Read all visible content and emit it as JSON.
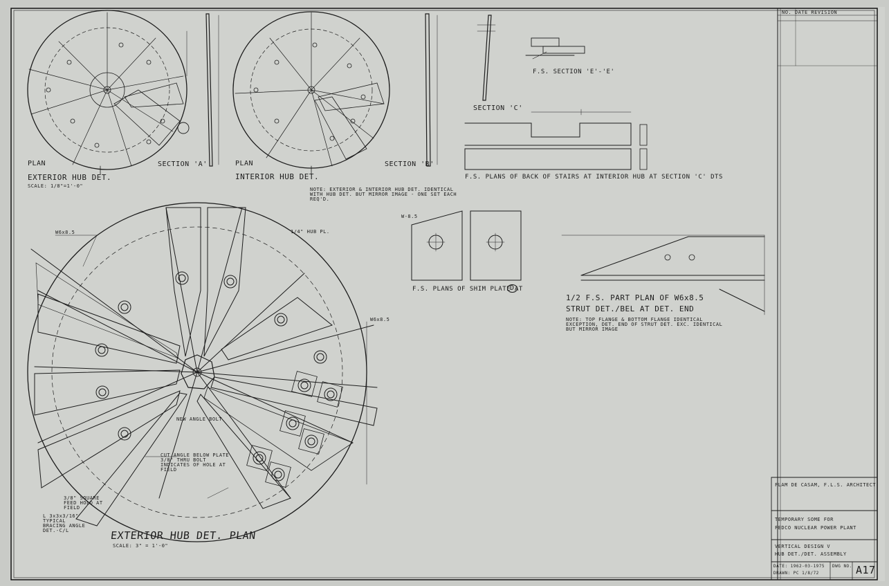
{
  "drawing": {
    "sheet_number": "A17",
    "revision_header": "NO. DATE REVISION"
  },
  "views": {
    "exterior_hub_plan_small": {
      "title": "PLAN",
      "subtitle": "EXTERIOR HUB DET.",
      "scale": "SCALE: 1/8\"=1'-0\""
    },
    "section_a": {
      "title": "SECTION 'A'"
    },
    "interior_hub_plan_small": {
      "title": "PLAN",
      "subtitle": "INTERIOR HUB DET."
    },
    "section_b": {
      "title": "SECTION 'B'"
    },
    "note_1": "NOTE: EXTERIOR & INTERIOR HUB DET. IDENTICAL WITH HUB DET. BUT MIRROR IMAGE - ONE SET EACH REQ'D.",
    "section_c": {
      "title": "SECTION 'C'"
    },
    "section_e": {
      "title": "F.S. SECTION 'E'-'E'"
    },
    "back_of_stairs": {
      "title": "F.S. PLANS OF BACK OF STAIRS AT INTERIOR HUB AT SECTION 'C' DTS"
    },
    "shim_plates": {
      "title": "F.S. PLANS OF SHIM PLATE AT",
      "marker": "D"
    },
    "part_plan": {
      "title": "1/2 F.S. PART PLAN OF W6x8.5",
      "subtitle": "STRUT DET./BEL AT DET. END",
      "note": "NOTE: TOP FLANGE & BOTTOM FLANGE IDENTICAL EXCEPTION, DET. END OF STRUT DET. EXC. IDENTICAL BUT MIRROR IMAGE"
    },
    "exterior_hub_plan_large": {
      "title": "EXTERIOR HUB DET. PLAN",
      "scale": "SCALE: 3\" = 1'-0\"",
      "callouts": [
        "W6x8.5",
        "W6x8.5",
        "NEW ANGLE BOLT",
        "CUT ANGLE BELOW PLATE 3/8\" THRU BOLT INDICATES OF HOLE AT FIELD",
        "3/8\" SQUARE FEED HOLD AT FIELD",
        "L 3x3x3/16\" TYPICAL BRACING ANGLE DET.-C/L",
        "W-8.5",
        "1/4\" HUB PL."
      ]
    }
  },
  "title_block": {
    "firm": "FLAM DE CASAM, F.L.S. ARCHITECT",
    "client_line": "TEMPORARY SOME FOR",
    "project": "FEDCO NUCLEAR POWER PLANT",
    "sheet_title": "VERTICAL DESIGN V",
    "sheet_subtitle": "HUB DET./DET. ASSEMBLY",
    "date_line": "DATE: 1962-03-1975",
    "drawn_line": "DRAWN: PC 1/8/72",
    "sheet_label": "DWG NO."
  }
}
